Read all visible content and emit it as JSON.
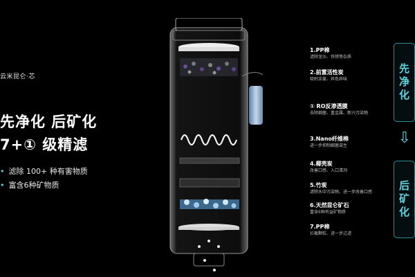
{
  "brand": "云米昆仑·芯",
  "headline": "先净化 后矿化",
  "subline": "7+① 级精滤",
  "bullets": [
    "滤除 100+ 种有害物质",
    "富含6种矿物质"
  ],
  "stages": [
    {
      "name": "1.PP棉",
      "desc": "滤除泥沙、铁锈等杂质"
    },
    {
      "name": "2.前置活性炭",
      "desc": "吸附余氯、异色异味"
    },
    {
      "name": "① RO反渗透膜",
      "desc": "去除细菌、重金属、新兴污染物"
    },
    {
      "name": "3.Nano纤维棉",
      "desc": "进一步抑制细菌滋生"
    },
    {
      "name": "4.椰壳炭",
      "desc": "改善口感、入口清冽"
    },
    {
      "name": "5.竹炭",
      "desc": "滤除水中污染物、进一步改善口感"
    },
    {
      "name": "6.天然昆仑矿石",
      "desc": "富含6种有益矿物质"
    },
    {
      "name": "7.PP棉",
      "desc": "拦截颗粒、进一步过滤"
    }
  ],
  "flow": {
    "top": "先净化",
    "arrow": "⇩",
    "bottom": "后矿化"
  },
  "colors": {
    "accent": "#5fd3df",
    "box_border": "#2c8f98",
    "background": "#000000"
  }
}
